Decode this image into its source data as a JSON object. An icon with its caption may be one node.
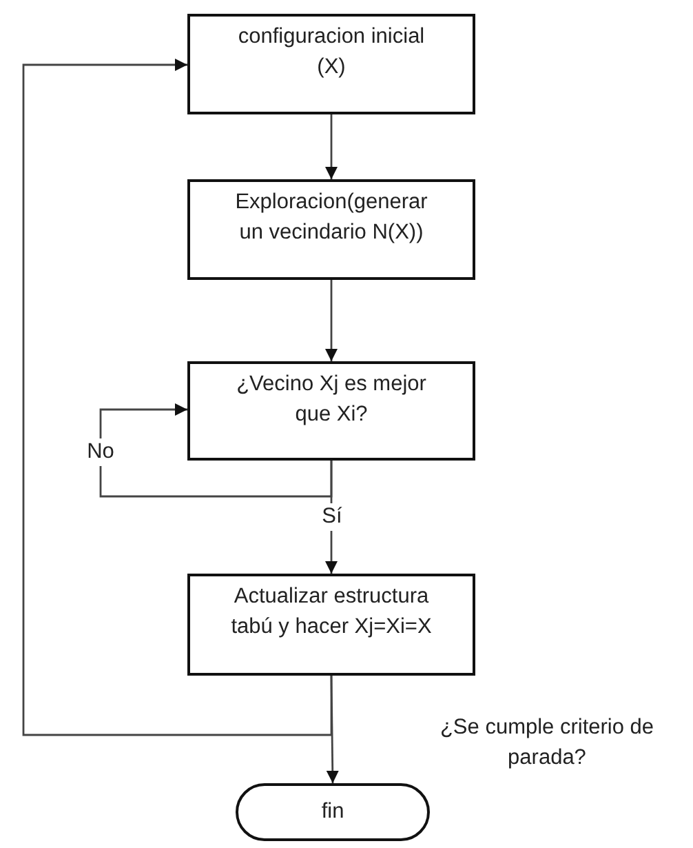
{
  "diagram": {
    "nodes": [
      {
        "text": [
          "configuracion inicial (X)"
        ]
      },
      {
        "text": [
          "Exploracion(generar un vecindario N(X))"
        ]
      },
      {
        "text": [
          "¿Vecino Xj es mejor que Xi?"
        ]
      },
      {
        "text": [
          "Actualizar estructura tabú y hacer Xj=Xi=X"
        ]
      },
      {
        "text": [
          "fin"
        ]
      }
    ],
    "edges": [
      {
        "from": 0,
        "to": 1,
        "arrow": "to"
      },
      {
        "from": 1,
        "to": 2,
        "arrow": "to"
      },
      {
        "from": 2,
        "to": 2,
        "arrow": "to",
        "label": "No"
      },
      {
        "from": 2,
        "to": 3,
        "arrow": "to",
        "label": "Sí"
      },
      {
        "from": 3,
        "to": 4,
        "arrow": "to"
      },
      {
        "from": 3,
        "to": 0,
        "arrow": "to"
      }
    ],
    "labels": [
      "¿Se cumple criterio de parada?"
    ]
  }
}
